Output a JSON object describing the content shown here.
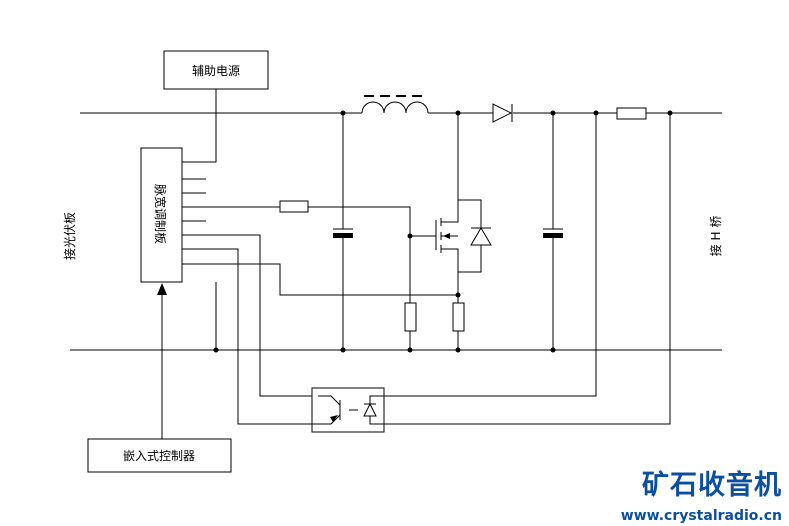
{
  "labels": {
    "aux_power": "辅助电源",
    "pwm_board": "脉宽调制板",
    "embedded_controller": "嵌入式控制器",
    "pv_panel": "接光伏板",
    "h_bridge": "接 H 桥"
  },
  "watermark": {
    "brand": "矿石收音机",
    "url": "www.crystalradio.cn"
  },
  "colors": {
    "line": "#000000",
    "brand": "#0d4f9f"
  }
}
